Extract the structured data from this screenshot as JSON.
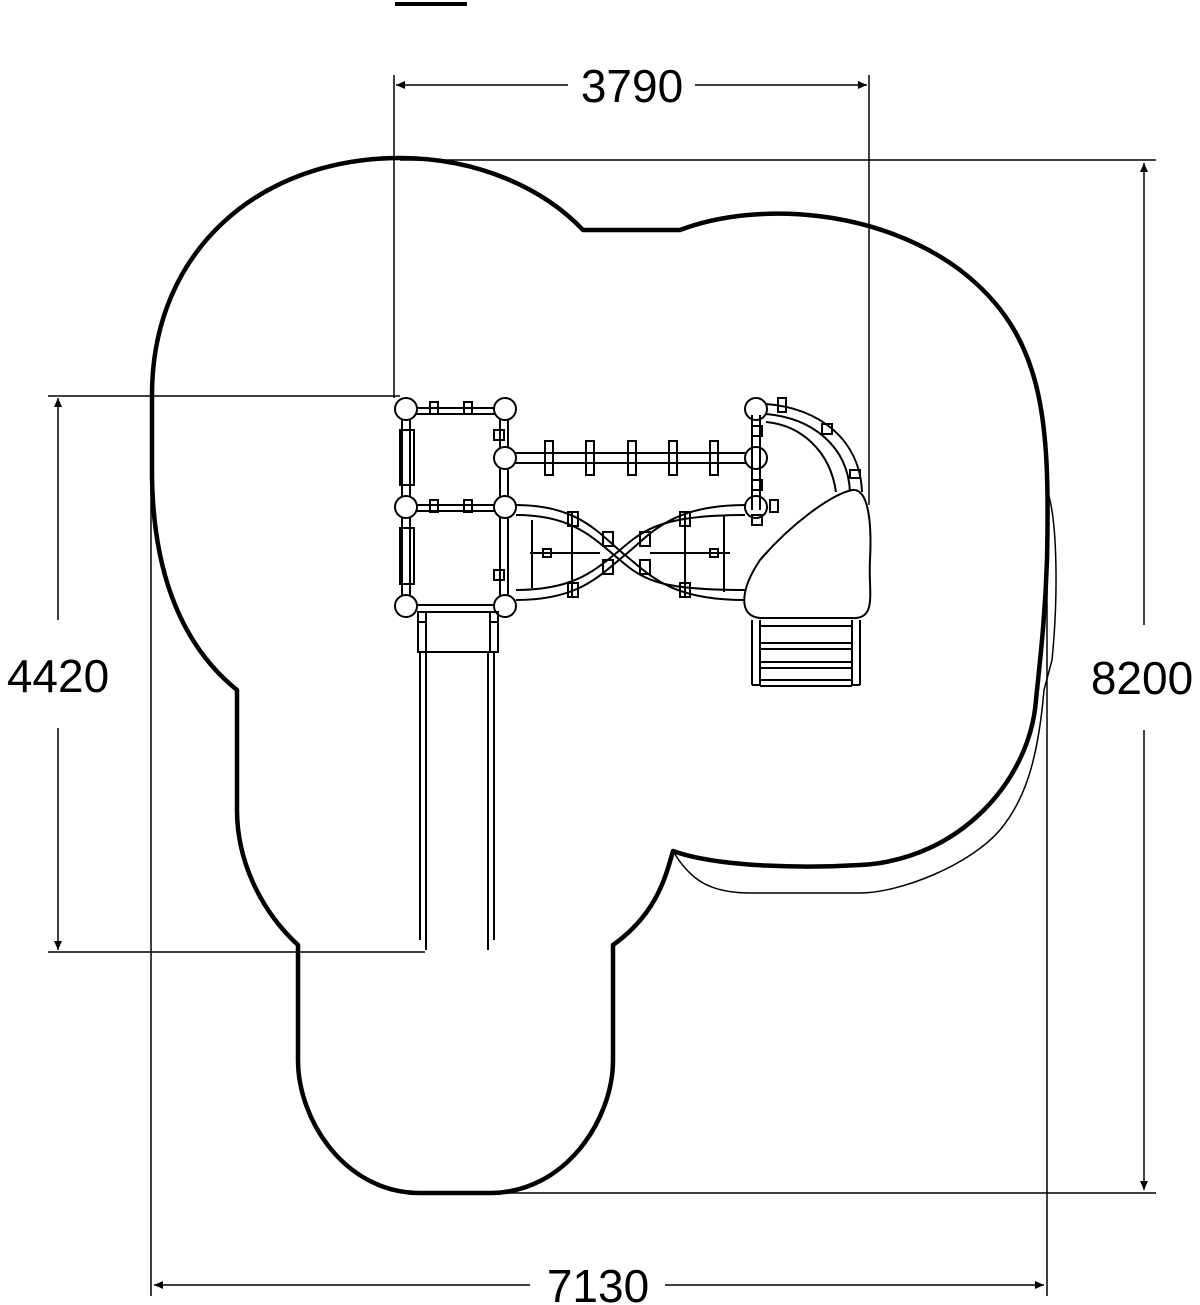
{
  "drawing": {
    "dimensions": {
      "top_width": "3790",
      "left_height": "4420",
      "right_height": "8200",
      "bottom_width": "7130"
    },
    "colors": {
      "line": "#000000",
      "background": "#ffffff"
    }
  }
}
